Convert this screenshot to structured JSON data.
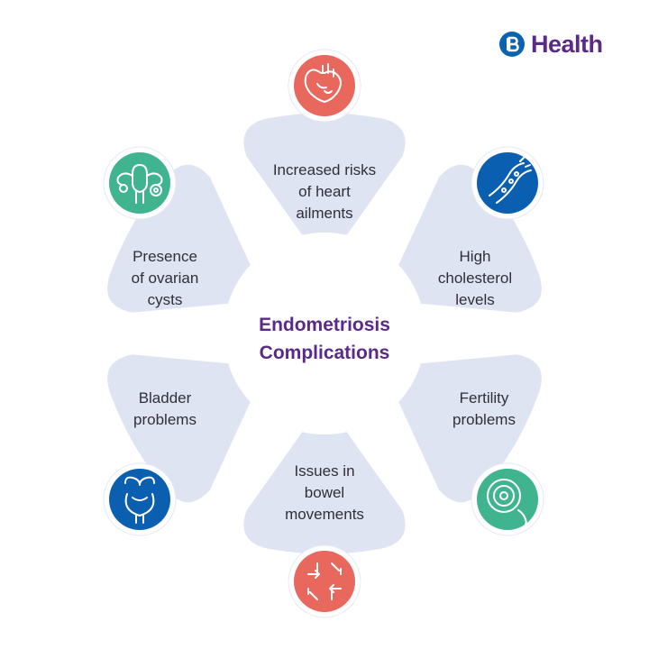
{
  "brand": {
    "name": "Health",
    "color": "#5b2a86",
    "mark_color": "#0b63b0"
  },
  "center": {
    "title": "Endometriosis\nComplications"
  },
  "colors": {
    "petal": "#dfe4f2",
    "title": "#5b2a86",
    "coral": "#e9685d",
    "teal": "#3fb48f",
    "blue": "#0b5fb0"
  },
  "items": [
    {
      "label": "Increased risks\nof heart\nailments",
      "icon": "heart-icon",
      "icon_color": "#e9685d"
    },
    {
      "label": "High\ncholesterol\nlevels",
      "icon": "blood-vessel-icon",
      "icon_color": "#0b5fb0"
    },
    {
      "label": "Fertility\nproblems",
      "icon": "egg-cell-icon",
      "icon_color": "#3fb48f"
    },
    {
      "label": "Issues in\nbowel\nmovements",
      "icon": "intestine-arrows-icon",
      "icon_color": "#e9685d"
    },
    {
      "label": "Bladder\nproblems",
      "icon": "bladder-icon",
      "icon_color": "#0b5fb0"
    },
    {
      "label": "Presence\nof ovarian\ncysts",
      "icon": "uterus-ovaries-icon",
      "icon_color": "#3fb48f"
    }
  ]
}
